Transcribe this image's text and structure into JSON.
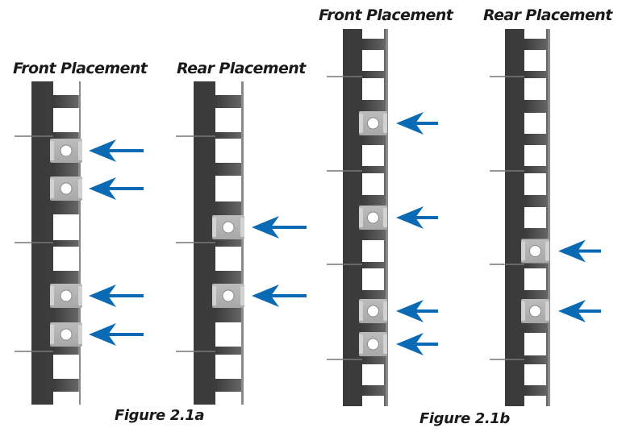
{
  "figures": [
    {
      "caption": "Figure 2.1a",
      "panels": [
        {
          "label": "Front Placement",
          "placement": "front",
          "cage_nut_count": 4,
          "arrow_count": 4
        },
        {
          "label": "Rear Placement",
          "placement": "rear",
          "cage_nut_count": 2,
          "arrow_count": 2
        }
      ]
    },
    {
      "caption": "Figure 2.1b",
      "panels": [
        {
          "label": "Front Placement",
          "placement": "front",
          "cage_nut_count": 4,
          "arrow_count": 4
        },
        {
          "label": "Rear Placement",
          "placement": "rear",
          "cage_nut_count": 2,
          "arrow_count": 2
        }
      ]
    }
  ],
  "colors": {
    "rail_dark": "#3a3a3a",
    "rail_light": "#6a6a6a",
    "rail_edge": "#8a8a8a",
    "hole": "#ffffff",
    "cage_nut": "#b4b4b4",
    "cage_nut_tab": "#d2d2d2",
    "arrow": "#0a6ab4",
    "unit_tick": "#777777"
  }
}
